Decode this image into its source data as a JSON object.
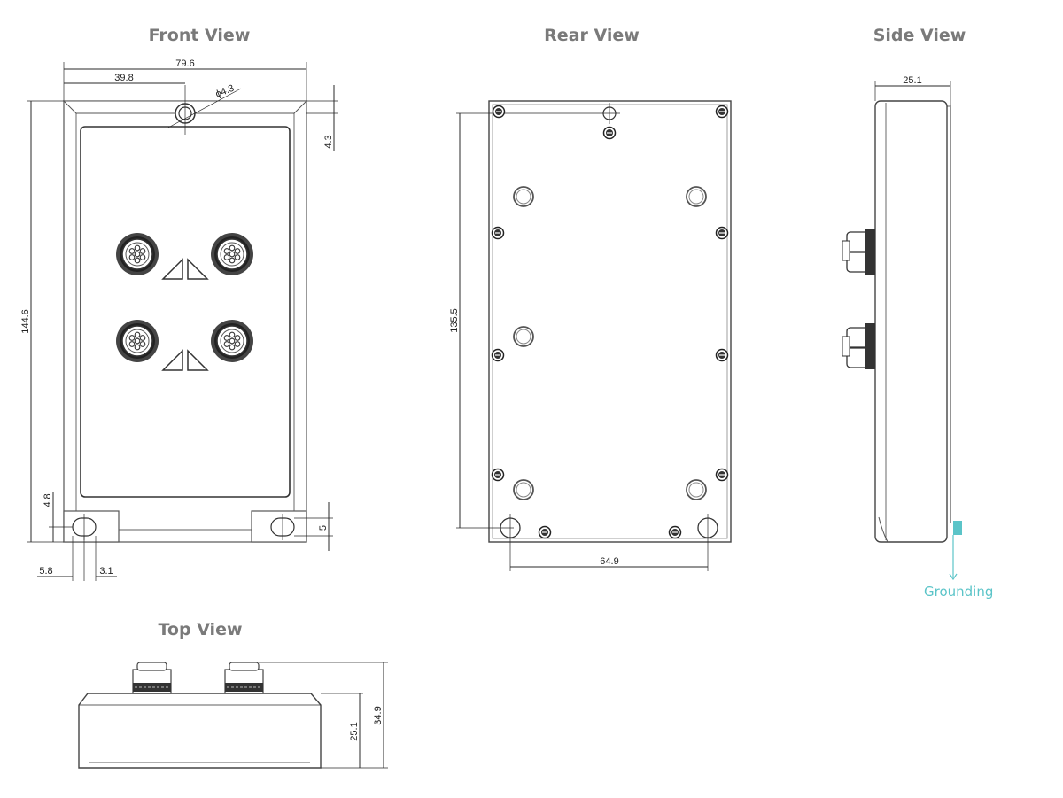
{
  "views": {
    "front": "Front View",
    "rear": "Rear View",
    "side": "Side View",
    "top": "Top View"
  },
  "front_dims": {
    "width": "79.6",
    "half_width": "39.8",
    "hole": "ϕ4.3",
    "top_offset": "4.3",
    "height": "144.6",
    "foot_height": "4.8",
    "foot_offset": "5.8",
    "slot_width": "3.1",
    "slot_side": "5"
  },
  "rear_dims": {
    "hole_pitch_v": "135.5",
    "hole_pitch_h": "64.9"
  },
  "side_dims": {
    "depth": "25.1",
    "grounding_label": "Grounding"
  },
  "top_dims": {
    "body_height": "25.1",
    "total_height": "34.9"
  },
  "colors": {
    "title": "#7a7a7a",
    "line": "#2a2a2a",
    "grounding": "#5bc4c8"
  }
}
